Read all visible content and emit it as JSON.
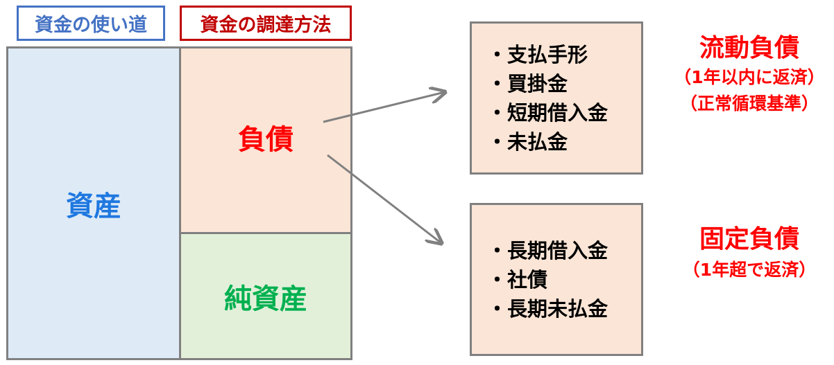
{
  "headers": {
    "uses": "資金の使い道",
    "sources": "資金の調達方法"
  },
  "balance": {
    "assets": "資産",
    "liabilities": "負債",
    "net_assets": "純資産"
  },
  "current": {
    "items": [
      "・支払手形",
      "・買掛金",
      "・短期借入金",
      "・未払金"
    ],
    "title": "流動負債",
    "note1": "（1年以内に返済）",
    "note2": "（正常循環基準）"
  },
  "fixed": {
    "items": [
      "・長期借入金",
      "・社債",
      "・長期未払金"
    ],
    "title": "固定負債",
    "note1": "（1年超で返済）"
  },
  "colors": {
    "blue": "#4472c4",
    "red": "#c00000",
    "asset": "#1f78e0",
    "liab": "#ff0000",
    "net": "#00b050"
  }
}
